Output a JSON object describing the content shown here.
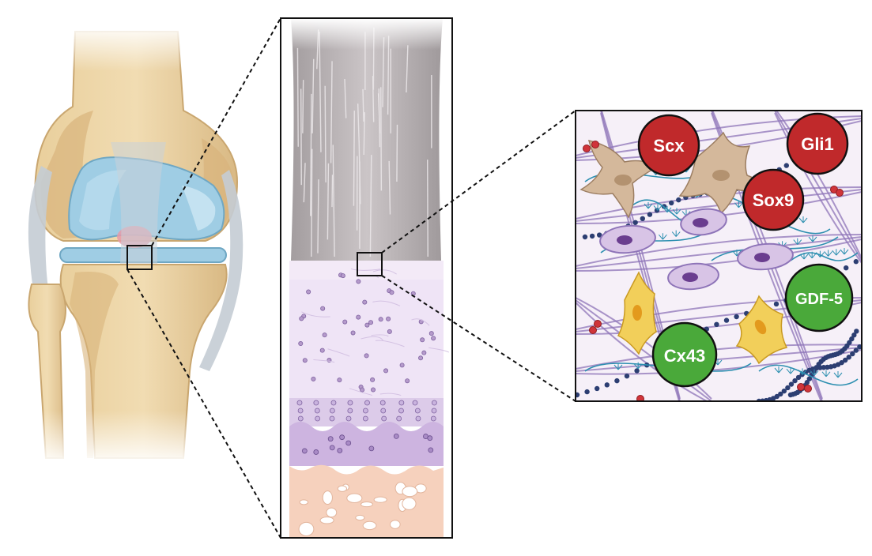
{
  "markers": {
    "red": [
      "Scx",
      "Gli1",
      "Sox9"
    ],
    "green": [
      "GDF-5",
      "Cx43"
    ]
  },
  "colors": {
    "marker_red": "#c0292b",
    "marker_green": "#4aa93a",
    "bone": "#e8cf9e",
    "meniscus": "#9fcde4",
    "ligament": "#b9c3cc",
    "tendon_fibers": "#bdb6b8",
    "cartilage": "#eadcf2",
    "calcified": "#d8c4e6",
    "subchondral_bone": "#f6d1bd",
    "collagen_purple": "#8e74b8",
    "fibre_blue": "#2c8fb0",
    "fibroblast_tan": "#d4b89b",
    "chondrocyte_yellow": "#f2cf5a"
  },
  "icons": [
    "knee-joint-icon",
    "tendon-enthesis-icon",
    "cell-matrix-icon"
  ]
}
